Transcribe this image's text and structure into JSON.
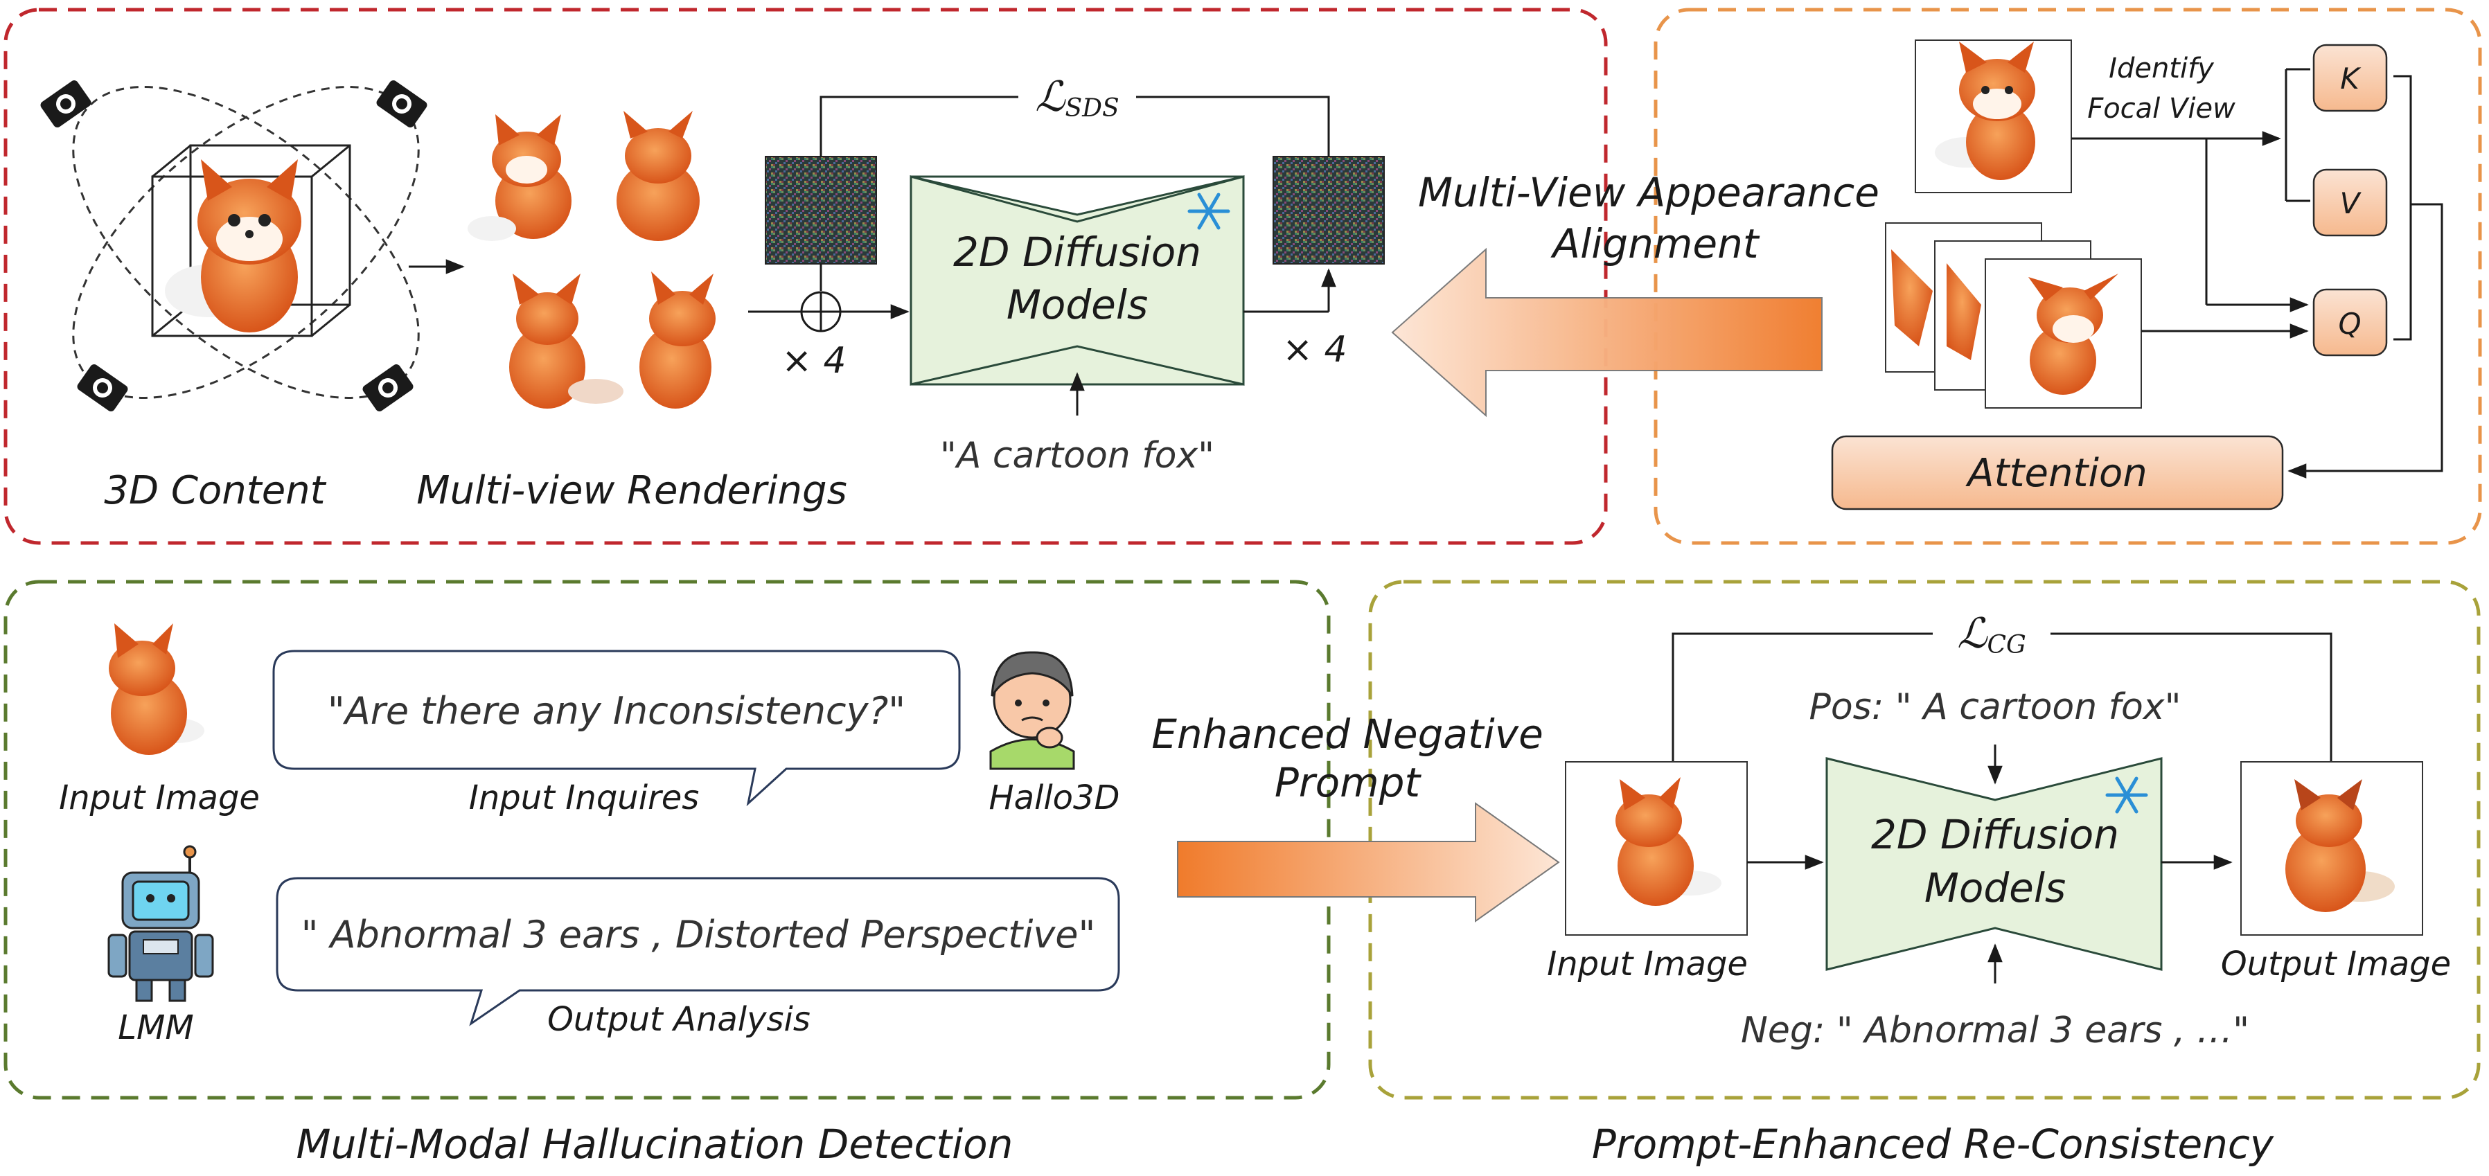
{
  "panels": {
    "sds": {
      "label_3d": "3D Content",
      "label_renderings": "Multi-view Renderings",
      "loss_symbol": "ℒ",
      "loss_sub": "SDS",
      "times4_left": "× 4",
      "times4_right": "× 4",
      "diffusion_line1": "2D Diffusion",
      "diffusion_line2": "Models",
      "prompt": "\"A cartoon fox\"",
      "border_color": "#c0272d"
    },
    "attention": {
      "focal_line1": "Identify",
      "focal_line2": "Focal View",
      "k": "K",
      "v": "V",
      "q": "Q",
      "attention_label": "Attention",
      "border_color": "#e8944a"
    },
    "detection": {
      "input_image_label": "Input Image",
      "question": "\"Are there any Inconsistency?\"",
      "input_inquires": "Input Inquires",
      "hallo3d": "Hallo3D",
      "analysis": "\" Abnormal 3 ears , Distorted Perspective\"",
      "output_analysis": "Output Analysis",
      "lmm": "LMM",
      "caption": "Multi-Modal Hallucination Detection",
      "border_color": "#5a7a2e"
    },
    "reconsistency": {
      "loss_symbol": "ℒ",
      "loss_sub": "CG",
      "pos_prompt": "Pos: \" A cartoon fox\"",
      "diffusion_line1": "2D Diffusion",
      "diffusion_line2": "Models",
      "input_image_label": "Input Image",
      "output_image_label": "Output Image",
      "neg_prompt": "Neg: \" Abnormal 3 ears , …\"",
      "caption": "Prompt-Enhanced Re-Consistency",
      "border_color": "#a8a23a"
    }
  },
  "arrows": {
    "alignment_line1": "Multi-View Appearance",
    "alignment_line2": "Alignment",
    "negative_line1": "Enhanced Negative",
    "negative_line2": "Prompt"
  }
}
